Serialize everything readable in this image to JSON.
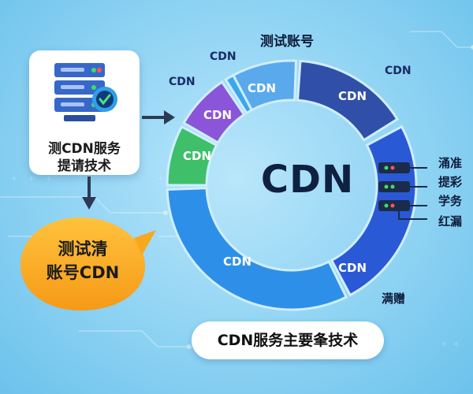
{
  "server_card": {
    "label_line1": "测CDN服务",
    "label_line2": "提请技术"
  },
  "speech_bubble": {
    "line1": "测试清",
    "line2": "账号CDN"
  },
  "ring": {
    "center_label": "CDN",
    "top_title": "测试账号",
    "segments": [
      {
        "label": "CDN",
        "color": "#5aa9ec"
      },
      {
        "label": "CDN",
        "color": "#2f4fa8"
      },
      {
        "label": "CDN",
        "color": "#2a59d6"
      },
      {
        "label": "CDN",
        "color": "#2e8fe8"
      },
      {
        "label": "CDN",
        "color": "#3fbf6a"
      },
      {
        "label": "CDN",
        "color": "#8a55d8"
      },
      {
        "label": "CDN",
        "color": "#3ba6ee"
      }
    ],
    "external_labels": [
      "CDN",
      "CDN",
      "CDN"
    ]
  },
  "side_labels": [
    "涌准",
    "提彩",
    "学务",
    "红漏",
    "满赠"
  ],
  "bottom_banner": "CDN服务主要夆技术",
  "colors": {
    "background": "#8fd3f3",
    "bubble": "#f9a825",
    "card": "#ffffff",
    "center_text": "#0f2140"
  }
}
